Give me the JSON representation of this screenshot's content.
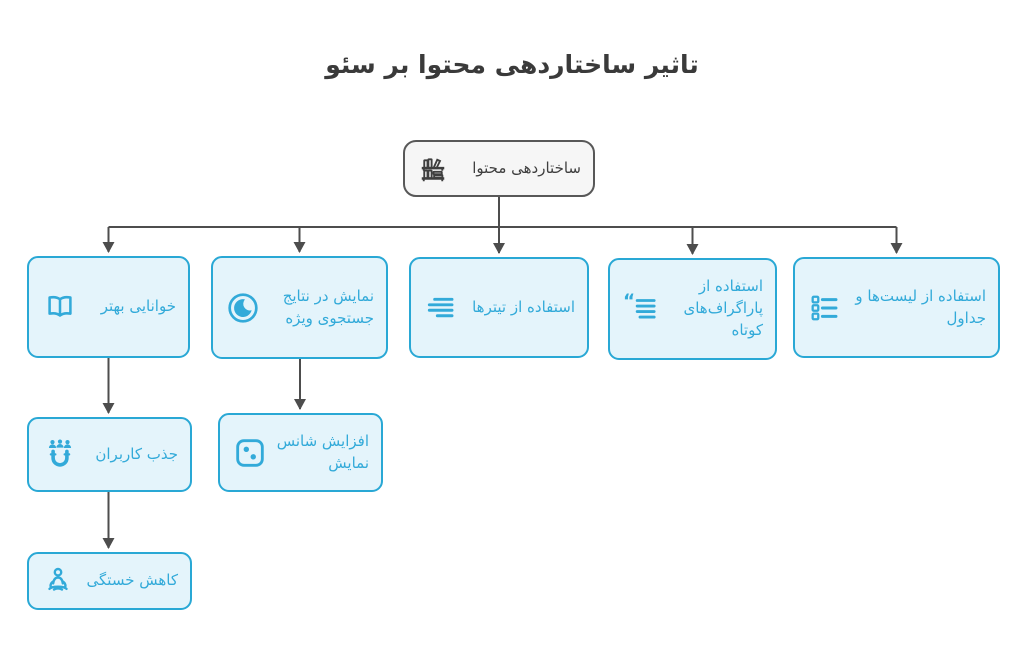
{
  "title": "تاثیر ساختاردهی محتوا بر سئو",
  "colors": {
    "node_border": "#29a8d5",
    "node_fill": "#e4f4fb",
    "node_text": "#32aad9",
    "root_border": "#585858",
    "root_fill": "#f6f6f6",
    "root_text": "#3f3f3f",
    "connector": "#4d4d4d"
  },
  "nodes": {
    "root": {
      "label": "ساختاردهی محتوا",
      "icon": "bookshelf-icon"
    },
    "readability": {
      "label": "خوانایی بهتر",
      "icon": "open-book-icon"
    },
    "serp": {
      "label": "نمایش در نتایج جستجوی ویژه",
      "icon": "moon-circle-icon"
    },
    "headings": {
      "label": "استفاده از تیترها",
      "icon": "text-lines-icon"
    },
    "paragraphs": {
      "label": "استفاده از پاراگراف‌های کوتاه",
      "icon": "quote-paragraph-icon"
    },
    "lists": {
      "label": "استفاده از لیست‌ها و جداول",
      "icon": "list-icon"
    },
    "attract": {
      "label": "جذب کاربران",
      "icon": "magnet-users-icon"
    },
    "chance": {
      "label": "افزایش شانس نمایش",
      "icon": "dice-icon"
    },
    "fatigue": {
      "label": "کاهش خستگی",
      "icon": "meditation-icon"
    }
  },
  "edges": [
    [
      "root",
      "readability"
    ],
    [
      "root",
      "serp"
    ],
    [
      "root",
      "headings"
    ],
    [
      "root",
      "paragraphs"
    ],
    [
      "root",
      "lists"
    ],
    [
      "readability",
      "attract"
    ],
    [
      "attract",
      "fatigue"
    ],
    [
      "serp",
      "chance"
    ]
  ]
}
